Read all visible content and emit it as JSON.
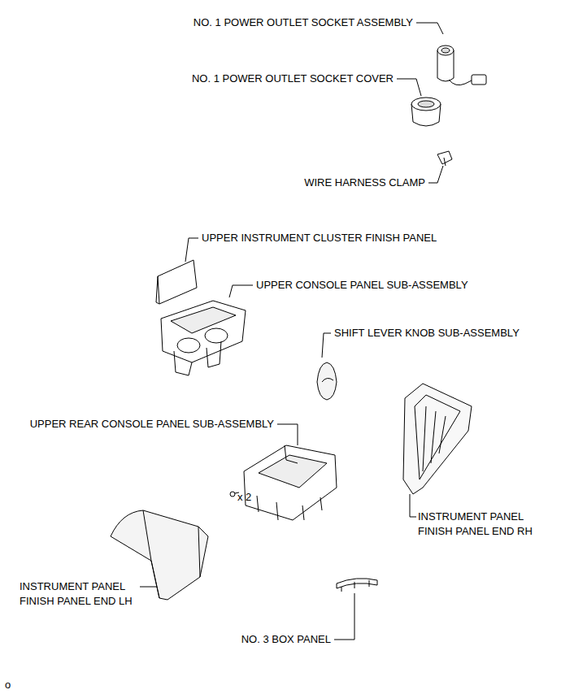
{
  "diagram": {
    "labels": [
      "NO. 1 POWER OUTLET SOCKET ASSEMBLY",
      "NO. 1 POWER OUTLET SOCKET COVER",
      "WIRE HARNESS CLAMP",
      "UPPER INSTRUMENT CLUSTER FINISH PANEL",
      "UPPER CONSOLE PANEL SUB-ASSEMBLY",
      "SHIFT LEVER KNOB SUB-ASSEMBLY",
      "UPPER REAR CONSOLE PANEL SUB-ASSEMBLY",
      "x 2",
      "INSTRUMENT PANEL FINISH PANEL END RH",
      "INSTRUMENT PANEL FINISH PANEL END LH",
      "NO. 3 BOX PANEL",
      "o"
    ]
  }
}
